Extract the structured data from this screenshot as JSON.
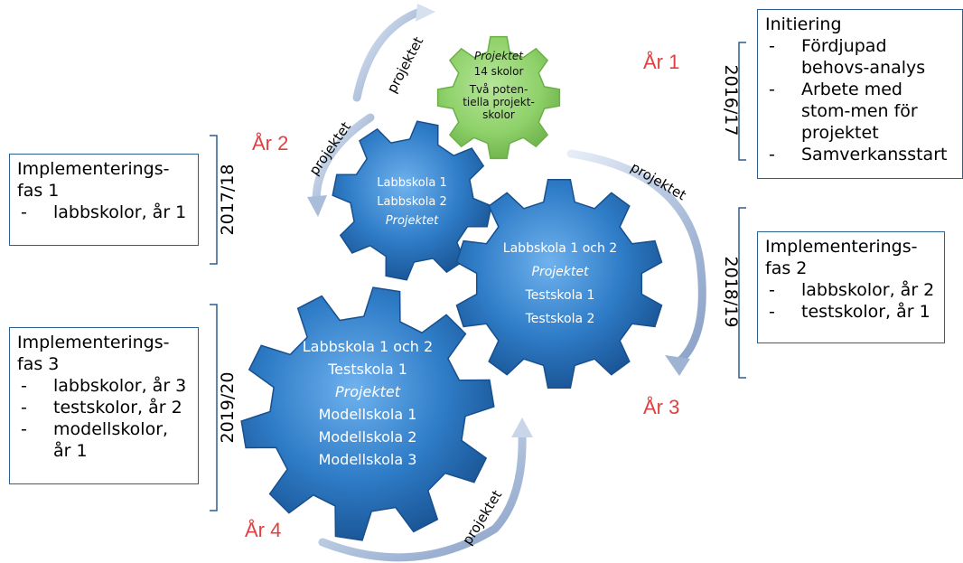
{
  "years": {
    "y1": "År 1",
    "y2": "År 2",
    "y3": "År 3",
    "y4": "År 4"
  },
  "periods": {
    "p1": "2016/17",
    "p2": "2017/18",
    "p3": "2018/19",
    "p4": "2019/20"
  },
  "arrow_label": "projektet",
  "gears": {
    "gear1": {
      "l1": "Projektet",
      "l2": "14 skolor",
      "l3": "Två poten-",
      "l4": "tiella projekt-",
      "l5": "skolor"
    },
    "gear2": {
      "l1": "Labbskola 1",
      "l2": "Labbskola 2",
      "l3": "Projektet"
    },
    "gear3": {
      "l1": "Labbskola 1 och 2",
      "l2": "Projektet",
      "l3": "Testskola 1",
      "l4": "Testskola 2"
    },
    "gear4": {
      "l1": "Labbskola 1 och 2",
      "l2": "Testskola 1",
      "l3": "Projektet",
      "l4": "Modellskola 1",
      "l5": "Modellskola 2",
      "l6": "Modellskola 3"
    }
  },
  "boxes": {
    "init": {
      "title": "Initiering",
      "items": [
        "Fördjupad behovs-analys",
        "Arbete med stom-men för projektet",
        "Samverkansstart"
      ]
    },
    "impl1": {
      "title1": "Implementerings-",
      "title2": "fas 1",
      "items": [
        "labbskolor, år 1"
      ]
    },
    "impl2": {
      "title1": "Implementerings-",
      "title2": "fas 2",
      "items": [
        "labbskolor, år 2",
        "testskolor, år 1"
      ]
    },
    "impl3": {
      "title1": "Implementerings-",
      "title2": "fas 3",
      "items": [
        "labbskolor, år 3",
        "testskolor, år 2",
        "modellskolor, år 1"
      ]
    }
  },
  "colors": {
    "green_gear": "#8fd16a",
    "blue_gear": "#2f7cc7",
    "blue_gear_dark": "#1b5b9e",
    "arrow": "#9fb4d3",
    "year_red": "#e04040",
    "box_border": "#2f5f8f"
  }
}
